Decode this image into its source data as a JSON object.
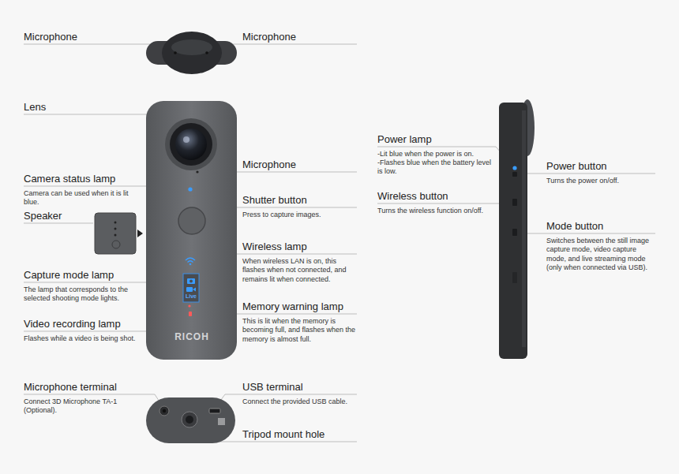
{
  "diagram": {
    "labels": [
      "Microphone",
      "Microphone",
      "Lens",
      "Camera status lamp",
      "Camera can be used when it is lit blue.",
      "Speaker",
      "Capture mode lamp",
      "The lamp that corresponds to the selected shooting mode lights.",
      "Video recording lamp",
      "Flashes while a video is being shot.",
      "Microphone",
      "Shutter button",
      "Press to capture images.",
      "Wireless lamp",
      "When wireless LAN is on, this flashes when not connected, and remains lit when connected.",
      "Memory warning lamp",
      "This is lit when the memory is becoming full, and flashes when the memory is almost full.",
      "Live",
      "RICOH",
      "Microphone terminal",
      "Connect 3D Microphone TA-1 (Optional).",
      "USB terminal",
      "Connect the provided USB cable.",
      "Tripod mount hole",
      "Power lamp",
      "-Lit blue when the power is on.",
      "-Flashes blue when the battery level is low.",
      "Power button",
      "Turns the power on/off.",
      "Wireless button",
      "Turns the wireless function on/off.",
      "Mode button",
      "Switches between the still image capture mode, video capture mode, and live streaming mode (only when connected via USB)."
    ]
  }
}
